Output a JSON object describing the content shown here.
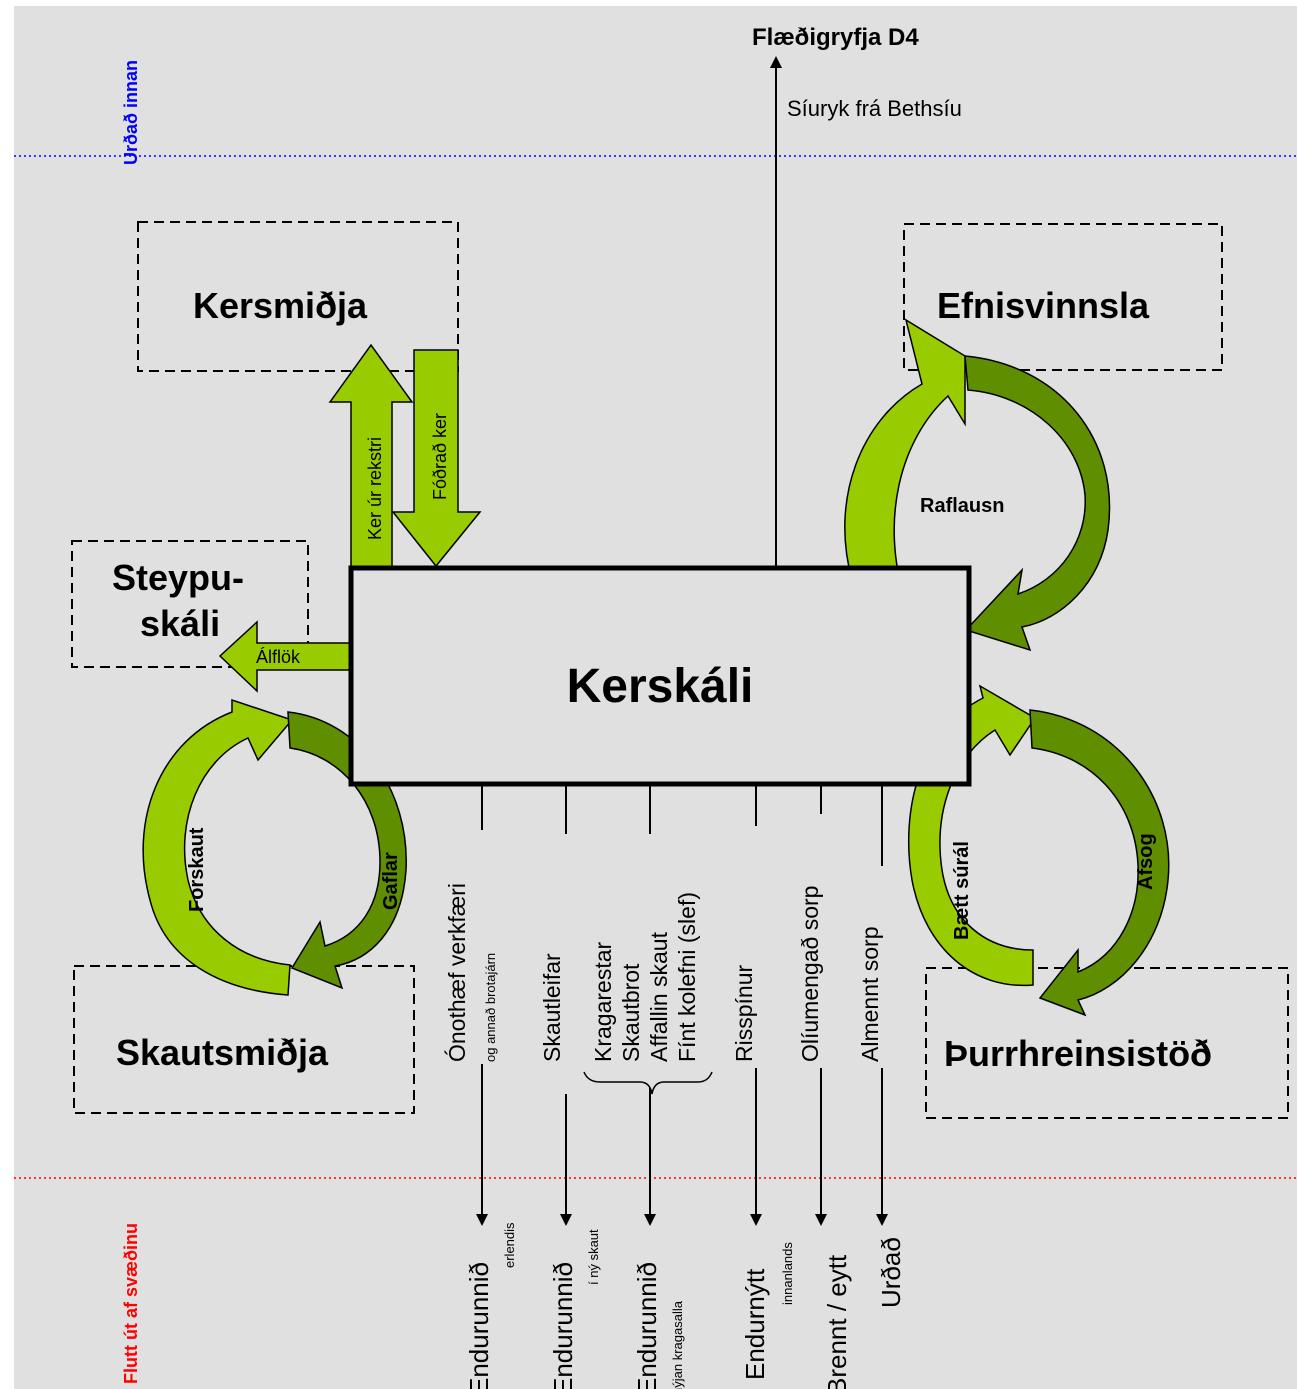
{
  "zones": {
    "top_label": "Urðað innan",
    "bottom_label": "Flutt út af svæðinu",
    "top_color": "#0000ff",
    "bottom_color": "#ff0000"
  },
  "center": {
    "label": "Kerskáli"
  },
  "boxes": {
    "kersmidja": "Kersmiðja",
    "efnisvinnsla": "Efnisvinnsla",
    "steypuskali_1": "Steypu-",
    "steypuskali_2": "skáli",
    "skautsmidja": "Skautsmiðja",
    "thurrhreinsistod": "Þurrhreinsistöð"
  },
  "top_output": {
    "title": "Flæðigryfja D4",
    "subtitle": "Síuryk frá Bethsíu"
  },
  "arrows": {
    "ker_ur_rekstri": "Ker úr rekstri",
    "fodrad_ker": "Fóðrað ker",
    "alflok": "Álflök"
  },
  "cycles": {
    "raflausn": "Raflausn",
    "forskaut": "Forskaut",
    "gaflar": "Gaflar",
    "baett_sural": "Bætt súrál",
    "afsog": "Afsog"
  },
  "outputs": {
    "onothaef_main": "Ónothæf verkfæri",
    "onothaef_sub": "og annað brotajárn",
    "skautleifar": "Skautleifar",
    "kragarestar": "Kragarestar",
    "skautbrot": "Skautbrot",
    "affallin_skaut": "Affallin skaut",
    "fint_kolefni": "Fínt kolefni (slef)",
    "risspinur": "Risspínur",
    "oliumengad": "Olíumengað sorp",
    "almennt_sorp": "Almennt sorp"
  },
  "destinations": {
    "d1_main": "Endurunnið",
    "d1_sub": "erlendis",
    "d2_main": "Endurunnið",
    "d2_sub": "í ný skaut",
    "d3_main": "Endurunnið",
    "d3_sub": "nýjan kragasalla",
    "d4_main": "Endurnýtt",
    "d4_sub": "innanlands",
    "d5_main": "Brennt / eytt",
    "d6_main": "Urðað"
  },
  "colors": {
    "background": "#e0e0e0",
    "arrow_light": "#99cc00",
    "arrow_dark": "#5f8e00"
  }
}
